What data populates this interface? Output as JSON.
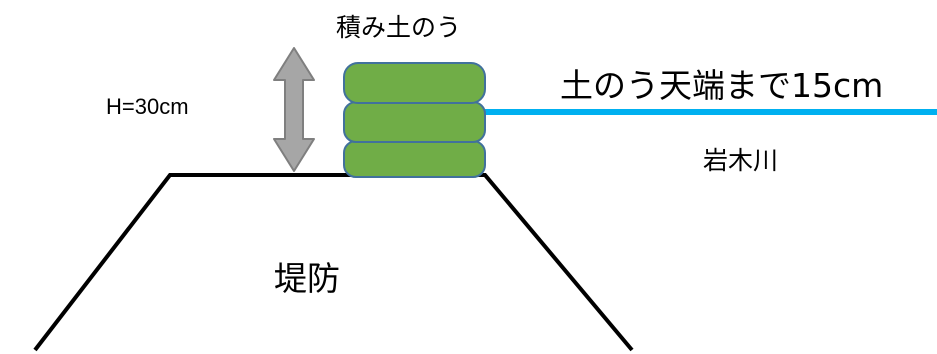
{
  "labels": {
    "sandbags": "積み土のう",
    "height": "H=30cm",
    "water_level": "土のう天端まで15cm",
    "river": "岩木川",
    "levee": "堤防"
  },
  "colors": {
    "sandbag_fill": "#70ad47",
    "sandbag_stroke": "#41719c",
    "water_line": "#00b0f0",
    "arrow_fill": "#a6a6a6",
    "arrow_stroke": "#7f7f7f",
    "levee_line": "#000000"
  },
  "icons": {
    "height_arrow": "double-headed-vertical-arrow"
  }
}
